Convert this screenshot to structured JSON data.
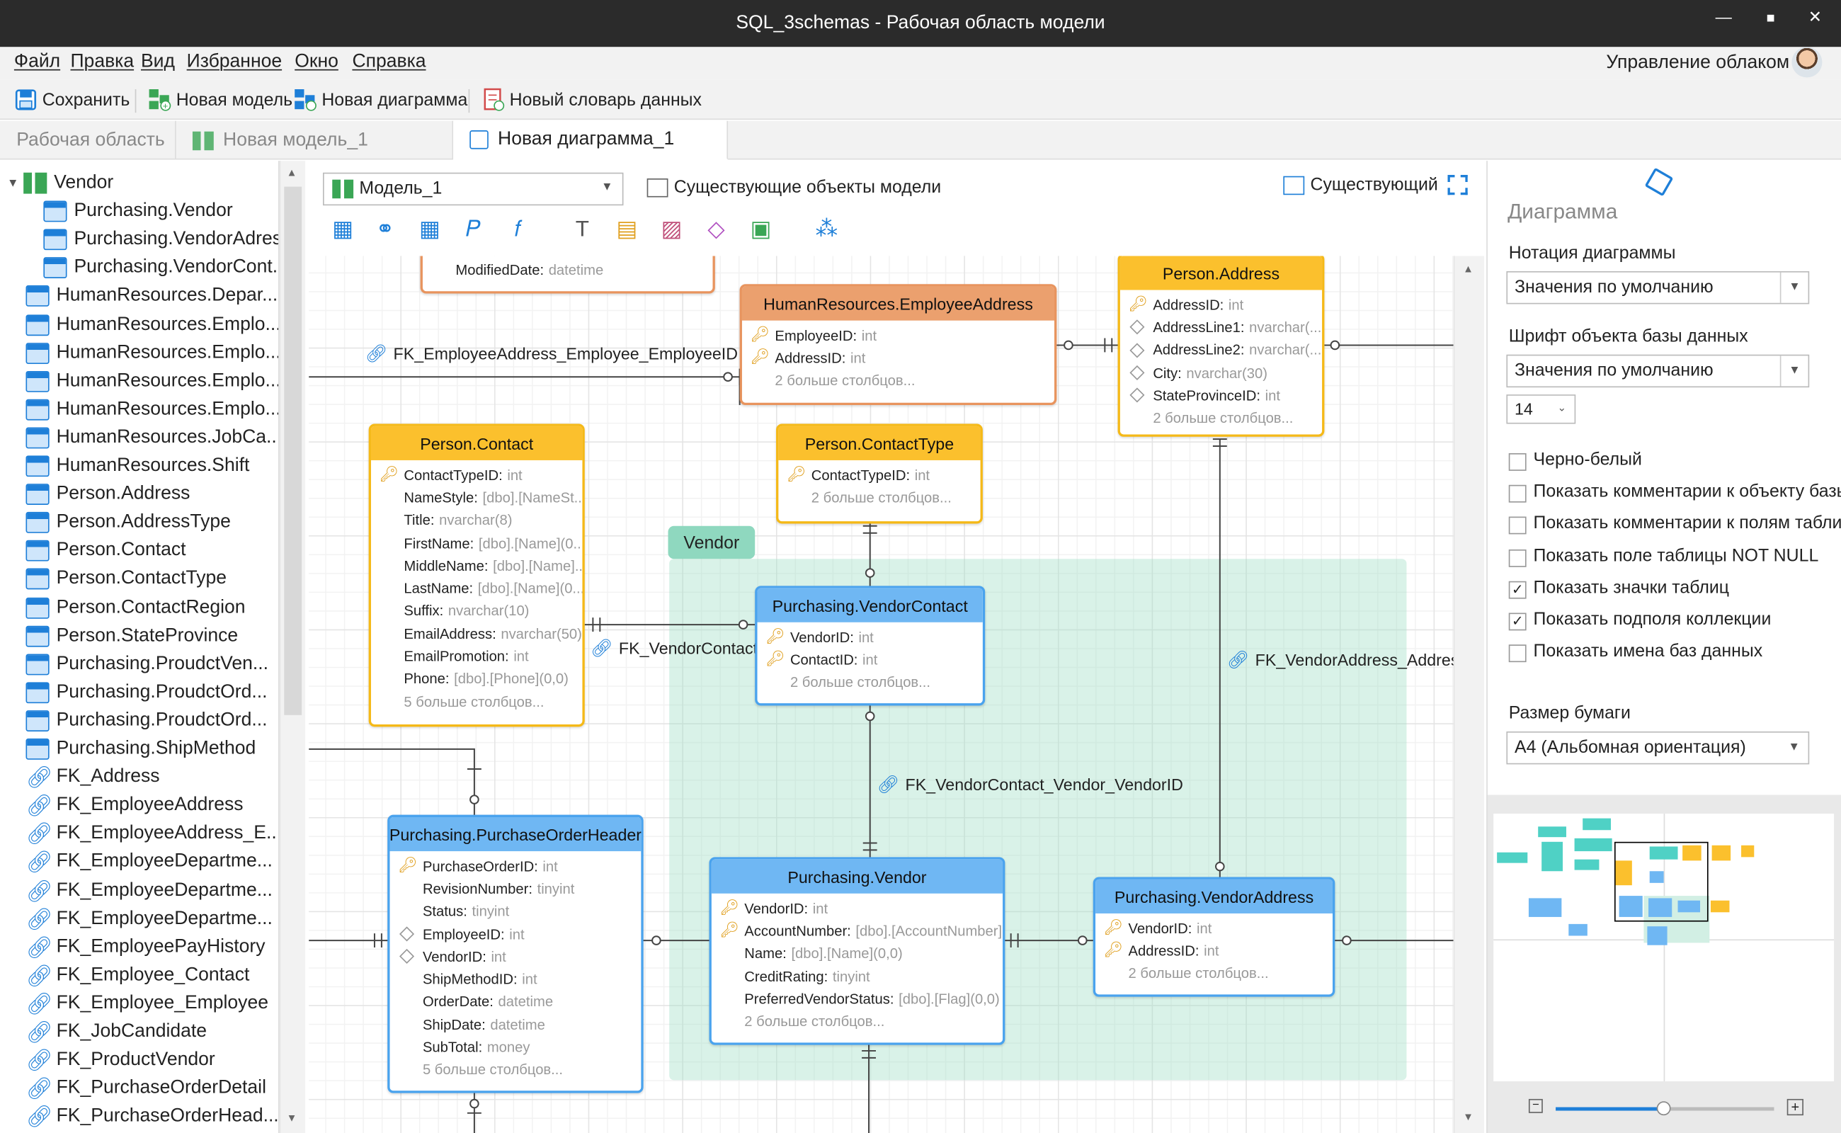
{
  "window": {
    "title": "SQL_3schemas - Рабочая область модели"
  },
  "menu": [
    "Файл",
    "Правка",
    "Вид",
    "Избранное",
    "Окно",
    "Справка"
  ],
  "cloud_label": "Управление облаком",
  "toolbar": {
    "save": "Сохранить",
    "new_model": "Новая модель",
    "new_diagram": "Новая диаграмма",
    "new_dictionary": "Новый словарь данных"
  },
  "tabs": [
    {
      "label": "Рабочая область",
      "active": false
    },
    {
      "label": "Новая модель_1",
      "active": false
    },
    {
      "label": "Новая диаграмма_1",
      "active": true
    }
  ],
  "tree": {
    "root": "Vendor",
    "children": [
      "Purchasing.Vendor",
      "Purchasing.VendorAdres",
      "Purchasing.VendorCont."
    ],
    "tables": [
      "HumanResources.Depar...",
      "HumanResources.Emplo...",
      "HumanResources.Emplo...",
      "HumanResources.Emplo...",
      "HumanResources.Emplo...",
      "HumanResources.JobCa...",
      "HumanResources.Shift",
      "Person.Address",
      "Person.AddressType",
      "Person.Contact",
      "Person.ContactType",
      "Person.ContactRegion",
      "Person.StateProvince",
      "Purchasing.ProudctVen...",
      "Purchasing.ProudctOrd...",
      "Purchasing.ProudctOrd...",
      "Purchasing.ShipMethod"
    ],
    "links": [
      "FK_Address",
      "FK_EmployeeAddress",
      "FK_EmployeeAddress_E...",
      "FK_EmployeeDepartme...",
      "FK_EmployeeDepartme...",
      "FK_EmployeeDepartme...",
      "FK_EmployeePayHistory",
      "FK_Employee_Contact",
      "FK_Employee_Employee",
      "FK_JobCandidate",
      "FK_ProductVendor",
      "FK_PurchaseOrderDetail",
      "FK_PurchaseOrderHead..."
    ]
  },
  "canvas_header": {
    "model_select": "Модель_1",
    "existing_objects": "Существующие объекты модели",
    "existing": "Существующий"
  },
  "group_label": "Vendor",
  "entities": {
    "stub": {
      "fields": [
        {
          "name": "ModifiedDate:",
          "type": "datetime"
        }
      ]
    },
    "emp_addr": {
      "title": "HumanResources.EmployeeAddress",
      "fields": [
        {
          "name": "EmployeeID:",
          "type": "int"
        },
        {
          "name": "AddressID:",
          "type": "int"
        }
      ],
      "more": "2 больше столбцов..."
    },
    "person_address": {
      "title": "Person.Address",
      "fields": [
        {
          "name": "AddressID:",
          "type": "int"
        },
        {
          "name": "AddressLine1:",
          "type": "nvarchar(..."
        },
        {
          "name": "AddressLine2:",
          "type": "nvarchar(..."
        },
        {
          "name": "City:",
          "type": "nvarchar(30)"
        },
        {
          "name": "StateProvinceID:",
          "type": "int"
        }
      ],
      "more": "2 больше столбцов..."
    },
    "person_contact": {
      "title": "Person.Contact",
      "fields": [
        {
          "name": "ContactTypeID:",
          "type": "int"
        },
        {
          "name": "NameStyle:",
          "type": "[dbo].[NameSt..."
        },
        {
          "name": "Title:",
          "type": "nvarchar(8)"
        },
        {
          "name": "FirstName:",
          "type": "[dbo].[Name](0..."
        },
        {
          "name": "MiddleName:",
          "type": "[dbo].[Name]..."
        },
        {
          "name": "LastName:",
          "type": "[dbo].[Name](0..."
        },
        {
          "name": "Suffix:",
          "type": "nvarchar(10)"
        },
        {
          "name": "EmailAddress:",
          "type": "nvarchar(50)"
        },
        {
          "name": "EmailPromotion:",
          "type": "int"
        },
        {
          "name": "Phone:",
          "type": "[dbo].[Phone](0,0)"
        }
      ],
      "more": "5 больше столбцов..."
    },
    "contact_type": {
      "title": "Person.ContactType",
      "fields": [
        {
          "name": "ContactTypeID:",
          "type": "int"
        }
      ],
      "more": "2 больше столбцов..."
    },
    "vendor_contact": {
      "title": "Purchasing.VendorContact",
      "fields": [
        {
          "name": "VendorID:",
          "type": "int"
        },
        {
          "name": "ContactID:",
          "type": "int"
        }
      ],
      "more": "2 больше столбцов..."
    },
    "po_header": {
      "title": "Purchasing.PurchaseOrderHeader",
      "fields": [
        {
          "name": "PurchaseOrderID:",
          "type": "int"
        },
        {
          "name": "RevisionNumber:",
          "type": "tinyint"
        },
        {
          "name": "Status:",
          "type": "tinyint"
        },
        {
          "name": "EmployeeID:",
          "type": "int"
        },
        {
          "name": "VendorID:",
          "type": "int"
        },
        {
          "name": "ShipMethodID:",
          "type": "int"
        },
        {
          "name": "OrderDate:",
          "type": "datetime"
        },
        {
          "name": "ShipDate:",
          "type": "datetime"
        },
        {
          "name": "SubTotal:",
          "type": "money"
        }
      ],
      "more": "5 больше столбцов..."
    },
    "vendor": {
      "title": "Purchasing.Vendor",
      "fields": [
        {
          "name": "VendorID:",
          "type": "int"
        },
        {
          "name": "AccountNumber:",
          "type": "[dbo].[AccountNumber]..."
        },
        {
          "name": "Name:",
          "type": "[dbo].[Name](0,0)"
        },
        {
          "name": "CreditRating:",
          "type": "tinyint"
        },
        {
          "name": "PreferredVendorStatus:",
          "type": "[dbo].[Flag](0,0)"
        }
      ],
      "more": "2 больше столбцов..."
    },
    "vendor_address": {
      "title": "Purchasing.VendorAddress",
      "fields": [
        {
          "name": "VendorID:",
          "type": "int"
        },
        {
          "name": "AddressID:",
          "type": "int"
        }
      ],
      "more": "2 больше столбцов..."
    }
  },
  "relations": {
    "r1": "FK_EmployeeAddress_Employee_EmployeeID",
    "r2": "FK_VendorContact",
    "r3": "FK_VendorAddress_Address",
    "r4": "FK_VendorContact_Vendor_VendorID"
  },
  "right_panel": {
    "header": "Диаграмма",
    "notation_label": "Нотация диаграммы",
    "notation_value": "Значения по умолчанию",
    "font_label": "Шрифт объекта базы данных",
    "font_value": "Значения по умолчанию",
    "font_size": "14",
    "checkboxes": [
      {
        "label": "Черно-белый",
        "checked": false
      },
      {
        "label": "Показать комментарии к объекту базы",
        "checked": false
      },
      {
        "label": "Показать комментарии к полям таблиц",
        "checked": false
      },
      {
        "label": "Показать поле таблицы NOT NULL",
        "checked": false
      },
      {
        "label": "Показать значки таблиц",
        "checked": true
      },
      {
        "label": "Показать подполя коллекции",
        "checked": true
      },
      {
        "label": "Показать имена баз данных",
        "checked": false
      }
    ],
    "paper_label": "Размер бумаги",
    "paper_value": "А4 (Альбомная ориентация)"
  },
  "zoom": {
    "level": 0.5
  },
  "colors": {
    "yellow": "#fbc02d",
    "orange": "#eba06e",
    "blue": "#6fb7f3",
    "group": "#d2efe4",
    "accent": "#1e7fd8"
  }
}
